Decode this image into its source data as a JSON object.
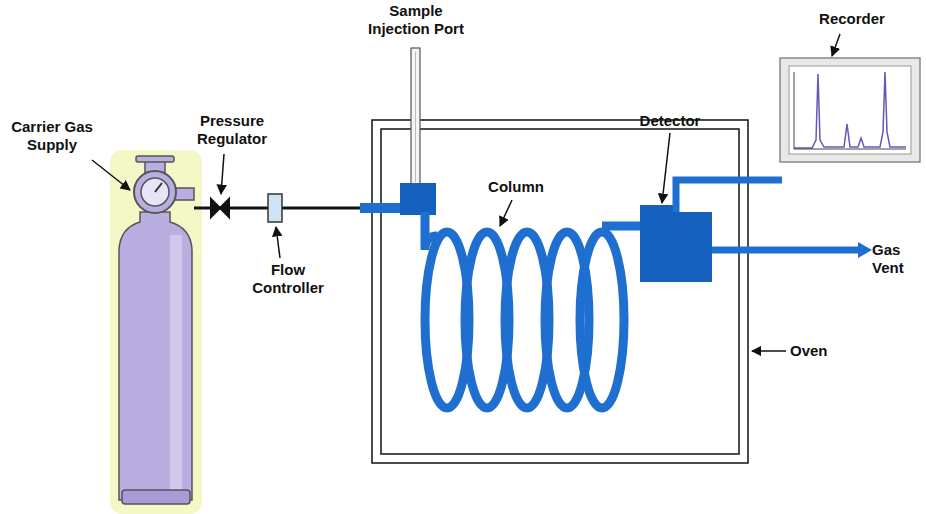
{
  "diagram": {
    "labels": [
      "Sample Injection Port",
      "Recorder",
      "Carrier Gas Supply",
      "Pressure Regulator",
      "Detector",
      "Column",
      "Gas Vent",
      "Flow Controller",
      "Oven"
    ]
  }
}
